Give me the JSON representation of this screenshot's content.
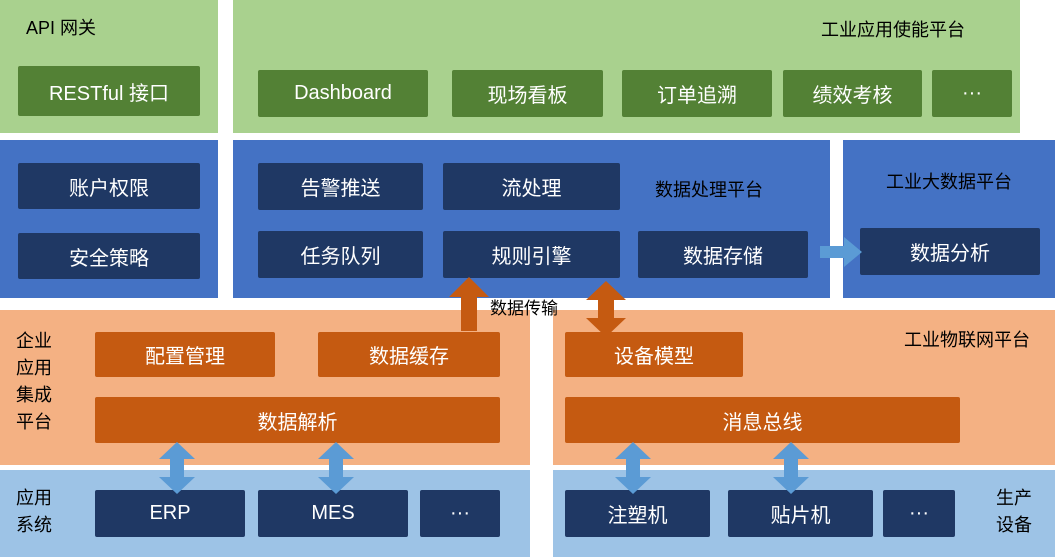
{
  "colors": {
    "green_light": "#a9d18e",
    "green_dark": "#538135",
    "blue_mid": "#4472c4",
    "navy_dark": "#1f3864",
    "orange_light": "#f4b183",
    "orange_dark": "#c55a11",
    "blue_light": "#9dc3e6",
    "arrow_blue": "#5b9bd5"
  },
  "api_gateway": {
    "title": "API 网关",
    "item": "RESTful 接口"
  },
  "app_enable_platform": {
    "title": "工业应用使能平台",
    "items": [
      "Dashboard",
      "现场看板",
      "订单追溯",
      "绩效考核",
      "···"
    ]
  },
  "security_block": {
    "items": [
      "账户权限",
      "安全策略"
    ]
  },
  "data_process_platform": {
    "title": "数据处理平台",
    "row1": [
      "告警推送",
      "流处理"
    ],
    "row2": [
      "任务队列",
      "规则引擎",
      "数据存储"
    ]
  },
  "big_data_platform": {
    "title": "工业大数据平台",
    "item": "数据分析"
  },
  "data_transfer_label": "数据传输",
  "integration_platform": {
    "title_lines": [
      "企业",
      "应用",
      "集成",
      "平台"
    ],
    "row1": [
      "配置管理",
      "数据缓存"
    ],
    "bus": "数据解析"
  },
  "iot_platform": {
    "title": "工业物联网平台",
    "row1": [
      "设备模型"
    ],
    "bus": "消息总线"
  },
  "app_systems": {
    "title_lines": [
      "应用",
      "系统"
    ],
    "items": [
      "ERP",
      "MES",
      "···"
    ]
  },
  "production_devices": {
    "title_lines": [
      "生产",
      "设备"
    ],
    "items": [
      "注塑机",
      "贴片机",
      "···"
    ]
  }
}
